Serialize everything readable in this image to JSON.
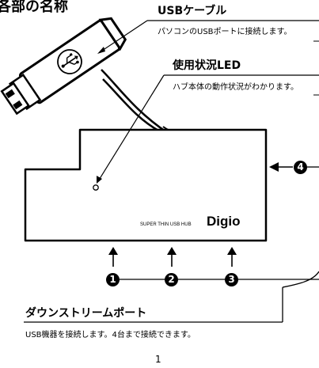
{
  "page_title_fragment": "各部の名称",
  "usb_cable": {
    "label": "USBケーブル",
    "description": "パソコンのUSBポートに接続します。"
  },
  "status_led": {
    "label": "使用状況LED",
    "description": "ハブ本体の動作状況がわかります。"
  },
  "device": {
    "model_text": "SUPER THIN USB HUB",
    "brand": "Digio"
  },
  "port_markers": [
    "1",
    "2",
    "3",
    "4"
  ],
  "downstream_ports": {
    "label": "ダウンストリームポート",
    "description": "USB機器を接続します。4台まで接続できます。"
  },
  "page_number": "1"
}
